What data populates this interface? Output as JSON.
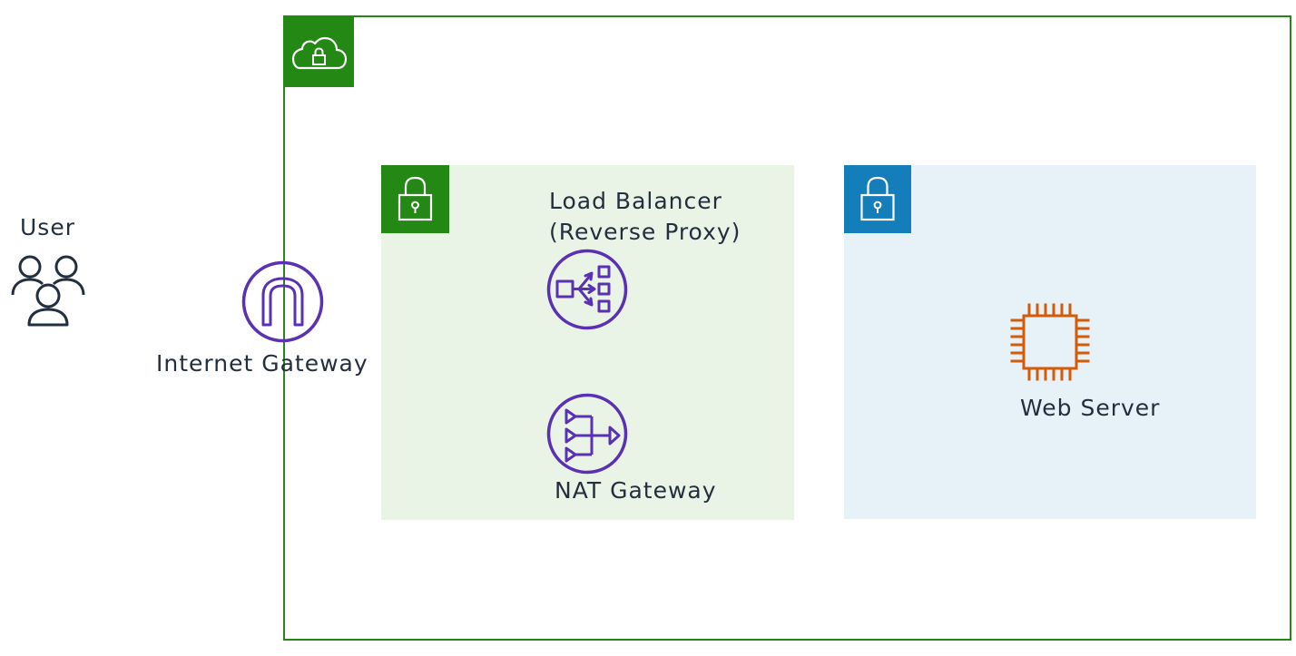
{
  "nodes": {
    "user": {
      "label": "User",
      "icon": "users-icon"
    },
    "internet_gateway": {
      "label": "Internet Gateway",
      "icon": "internet-gateway-icon"
    },
    "load_balancer": {
      "label_line1": "Load Balancer",
      "label_line2": "(Reverse Proxy)",
      "icon": "load-balancer-icon"
    },
    "nat_gateway": {
      "label": "NAT Gateway",
      "icon": "nat-gateway-icon"
    },
    "web_server": {
      "label": "Web Server",
      "icon": "ec2-instance-icon"
    }
  },
  "groups": {
    "vpc": {
      "icon": "vpc-cloud-lock-icon",
      "color": "#248814"
    },
    "public_subnet": {
      "icon": "padlock-icon",
      "color": "#248814",
      "fill": "#e9f3e6"
    },
    "private_subnet": {
      "icon": "padlock-icon",
      "color": "#147eba",
      "fill": "#e6f2f8"
    }
  },
  "colors": {
    "network_purple": "#5a30b5",
    "compute_orange": "#d45b07",
    "text_dark": "#232f3e"
  }
}
